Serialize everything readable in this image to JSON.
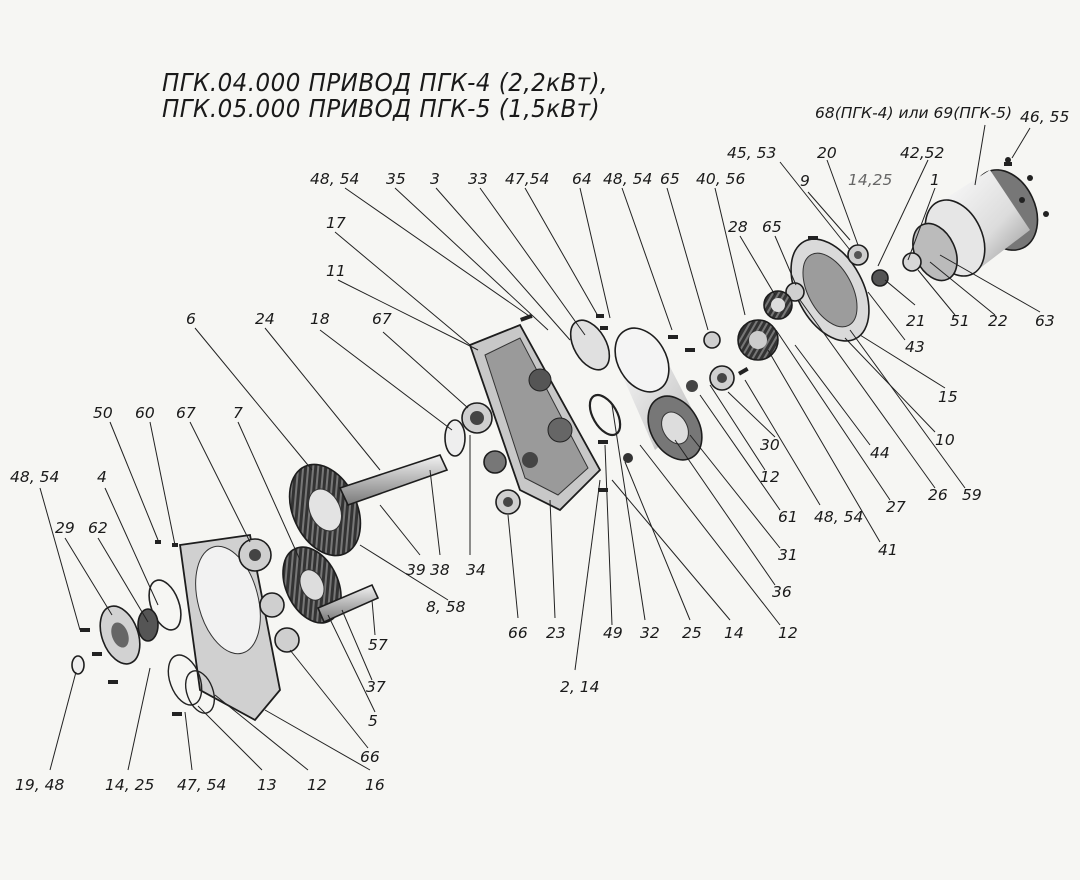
{
  "title_lines": [
    "ПГК.04.000 ПРИВОД ПГК-4 (2,2кВт),",
    "ПГК.05.000 ПРИВОД ПГК-5 (1,5кВт)"
  ],
  "callouts": [
    "68(ПГК-4) или 69(ПГК-5)",
    "46, 55",
    "45, 53",
    "20",
    "14,25",
    "42,52",
    "1",
    "9",
    "48, 54",
    "35",
    "3",
    "33",
    "47,54",
    "64",
    "48, 54",
    "65",
    "40, 56",
    "28",
    "65",
    "17",
    "11",
    "6",
    "24",
    "18",
    "67",
    "21",
    "51",
    "22",
    "63",
    "43",
    "15",
    "10",
    "44",
    "30",
    "12",
    "61",
    "48, 54",
    "27",
    "26",
    "59",
    "41",
    "31",
    "36",
    "12",
    "39",
    "38",
    "34",
    "8, 58",
    "66",
    "23",
    "49",
    "32",
    "25",
    "14",
    "2, 14",
    "50",
    "60",
    "67",
    "7",
    "48, 54",
    "4",
    "29",
    "62",
    "57",
    "37",
    "5",
    "66",
    "19, 48",
    "14, 25",
    "47, 54",
    "13",
    "12",
    "16"
  ]
}
